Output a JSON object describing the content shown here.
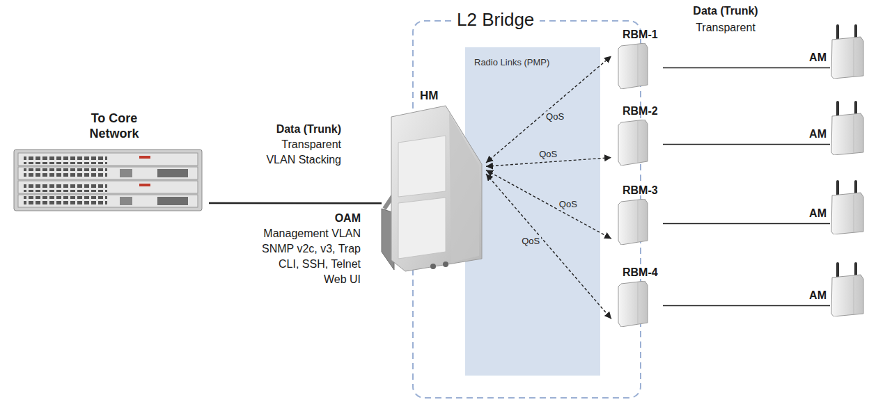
{
  "diagram": {
    "nodes": [
      {
        "text": [
          "To Core Network"
        ]
      },
      {
        "text": [
          "L2 Bridge"
        ]
      },
      {
        "text": [
          "Radio Links (PMP)"
        ],
        "in": 1
      },
      {
        "text": [
          "HM"
        ],
        "in": 1
      },
      {
        "text": [
          "RBM-1"
        ],
        "in": 1
      },
      {
        "text": [
          "RBM-2"
        ],
        "in": 1
      },
      {
        "text": [
          "RBM-3"
        ],
        "in": 1
      },
      {
        "text": [
          "RBM-4"
        ],
        "in": 1
      },
      {
        "text": [
          "AM"
        ]
      },
      {
        "text": [
          "AM"
        ]
      },
      {
        "text": [
          "AM"
        ]
      },
      {
        "text": [
          "AM"
        ]
      }
    ],
    "edges": [
      {
        "from": 0,
        "to": 3,
        "arrow": "none"
      },
      {
        "from": 3,
        "to": 4,
        "label": "QoS",
        "arrow": "both"
      },
      {
        "from": 3,
        "to": 5,
        "label": "QoS",
        "arrow": "both"
      },
      {
        "from": 3,
        "to": 6,
        "label": "QoS",
        "arrow": "both"
      },
      {
        "from": 3,
        "to": 7,
        "label": "QoS",
        "arrow": "both"
      },
      {
        "from": 4,
        "to": 8,
        "arrow": "none"
      },
      {
        "from": 5,
        "to": 9,
        "arrow": "none"
      },
      {
        "from": 6,
        "to": 10,
        "arrow": "none"
      },
      {
        "from": 7,
        "to": 11,
        "arrow": "none"
      }
    ],
    "labels": [
      "Data (Trunk)",
      "Transparent",
      "VLAN Stacking",
      "OAM",
      "Management VLAN",
      "SNMP v2c, v3, Trap",
      "CLI, SSH, Telnet",
      "Web UI",
      "Data (Trunk)",
      "Transparent"
    ]
  }
}
